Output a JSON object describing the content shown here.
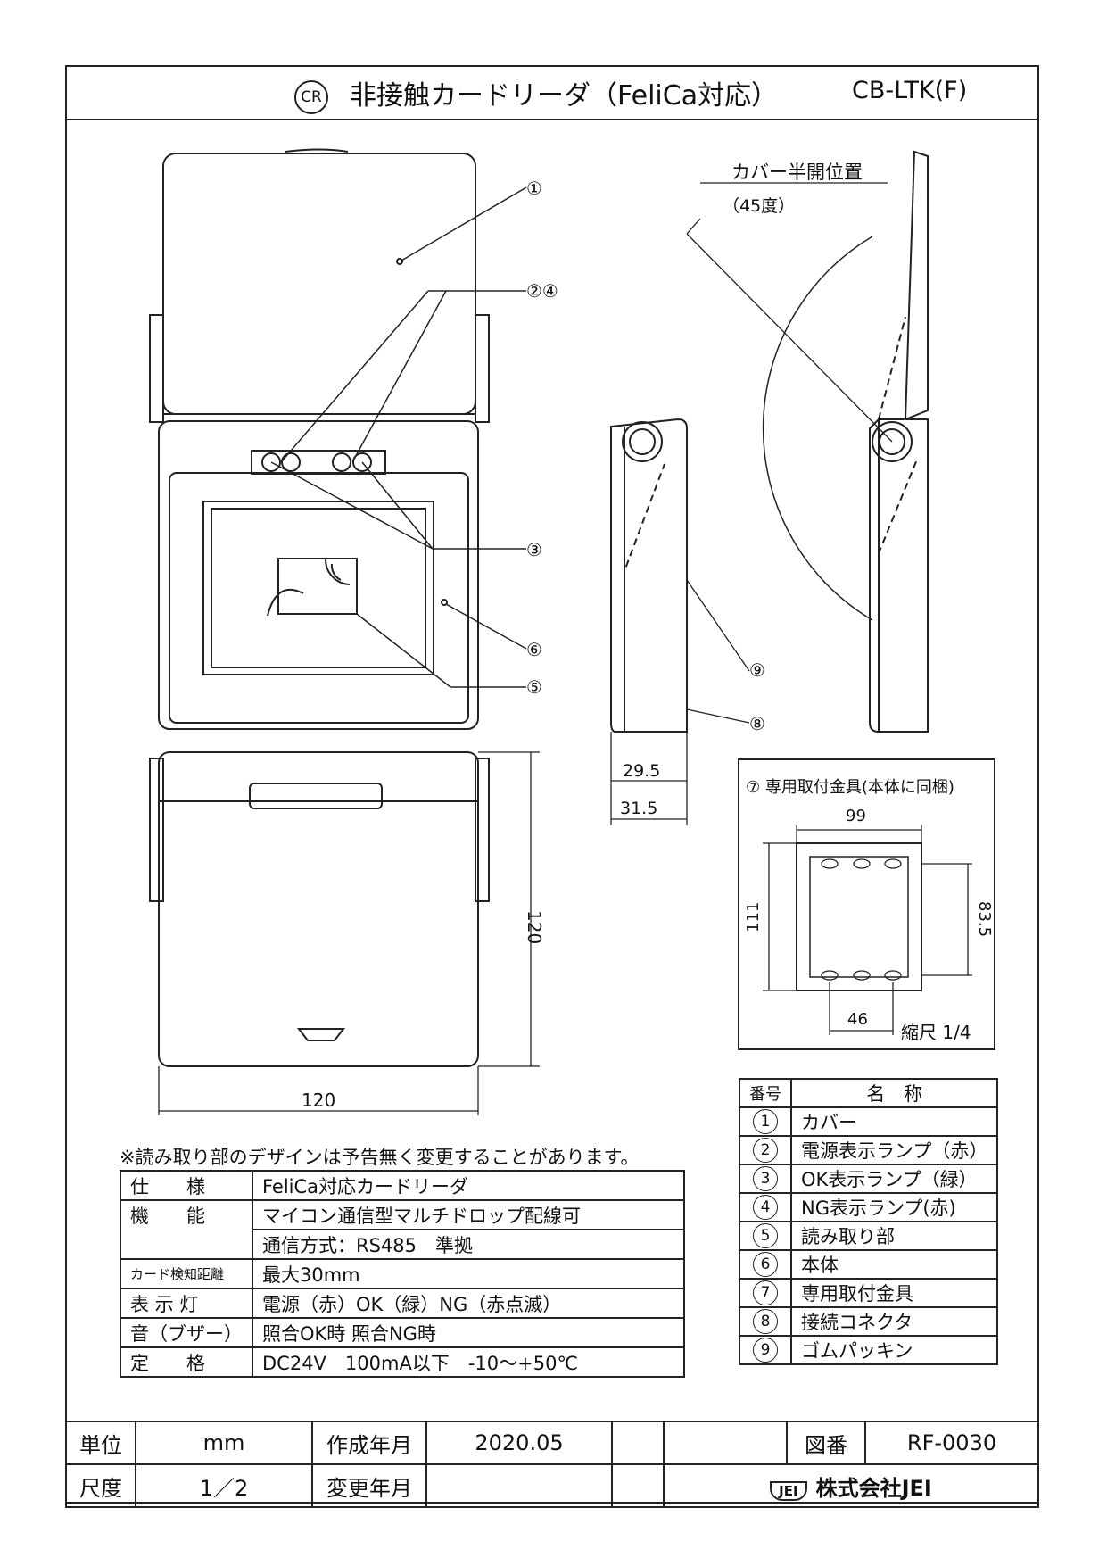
{
  "header": {
    "cr_mark": "CR",
    "title": "非接触カードリーダ（FeliCa対応）",
    "model": "CB-LTK(F)"
  },
  "drawing": {
    "callouts": [
      "①",
      "②④",
      "③",
      "⑥",
      "⑤",
      "⑨",
      "⑧"
    ],
    "side_label": "カバー半開位置",
    "side_angle": "（45度）",
    "dim_height": "120",
    "dim_width": "120",
    "dim_depth1": "29.5",
    "dim_depth2": "31.5",
    "bracket_title": "⑦ 専用取付金具(本体に同梱)",
    "bracket_w": "99",
    "bracket_h": "111",
    "bracket_pitch_v": "83.5",
    "bracket_pitch_h": "46",
    "bracket_scale": "縮尺 1/4"
  },
  "note": "※読み取り部のデザインは予告無く変更することがあります。",
  "spec": [
    {
      "label": "仕　　様",
      "value": "FeliCa対応カードリーダ"
    },
    {
      "label": "機　　能",
      "value": "マイコン通信型マルチドロップ配線可"
    },
    {
      "label": "",
      "value": "通信方式：RS485　準拠"
    },
    {
      "label": "カード検知距離",
      "value": "最大30mm"
    },
    {
      "label": "表 示 灯",
      "value": "電源（赤）OK（緑）NG（赤点滅）"
    },
    {
      "label": "音（ブザー）",
      "value": "照合OK時 照合NG時"
    },
    {
      "label": "定　　格",
      "value": "DC24V　100mA以下　-10～+50℃"
    }
  ],
  "parts_header": {
    "no": "番号",
    "name": "名　称"
  },
  "parts": [
    {
      "no": "1",
      "name": "カバー"
    },
    {
      "no": "2",
      "name": "電源表示ランプ（赤）"
    },
    {
      "no": "3",
      "name": "OK表示ランプ（緑）"
    },
    {
      "no": "4",
      "name": "NG表示ランプ(赤)"
    },
    {
      "no": "5",
      "name": "読み取り部"
    },
    {
      "no": "6",
      "name": "本体"
    },
    {
      "no": "7",
      "name": "専用取付金具"
    },
    {
      "no": "8",
      "name": "接続コネクタ"
    },
    {
      "no": "9",
      "name": "ゴムパッキン"
    }
  ],
  "footer": {
    "unit_label": "単位",
    "unit_value": "mm",
    "created_label": "作成年月",
    "created_value": "2020.05",
    "drawing_no_label": "図番",
    "drawing_no_value": "RF-0030",
    "scale_label": "尺度",
    "scale_value": "1／2",
    "changed_label": "変更年月",
    "company_logo": "JEI",
    "company": "株式会社JEI"
  }
}
